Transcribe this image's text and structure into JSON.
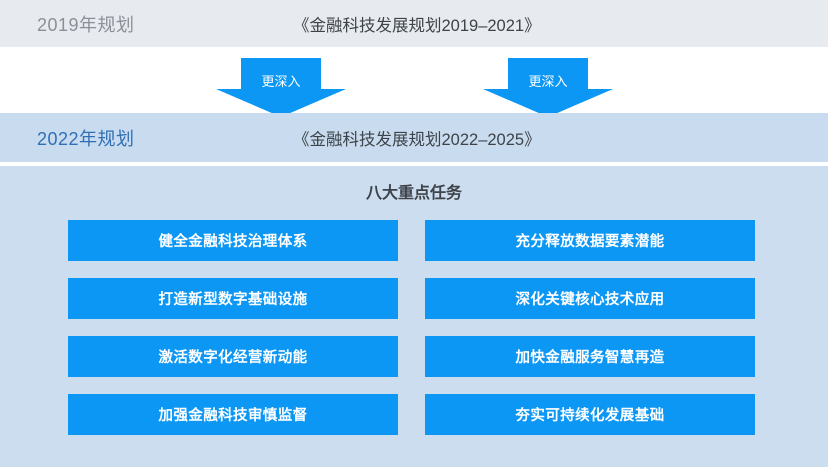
{
  "colors": {
    "band_2019_bg": "#e7ebef",
    "band_2022_bg": "#c9dcef",
    "panel_bg": "#cbddee",
    "task_box_bg": "#0d97f5",
    "arrow_fill": "#0d97f5",
    "label_2019_color": "#8b9098",
    "label_2022_color": "#2f6fb5",
    "title_color": "#3d4349",
    "task_text_color": "#ffffff"
  },
  "rows": {
    "plan_2019": {
      "label": "2019年规划",
      "document_title": "《金融科技发展规划2019–2021》"
    },
    "plan_2022": {
      "label": "2022年规划",
      "document_title": "《金融科技发展规划2022–2025》"
    }
  },
  "arrows": [
    {
      "label": "更深入",
      "direction": "down"
    },
    {
      "label": "更深入",
      "direction": "down"
    }
  ],
  "panel": {
    "heading": "八大重点任务",
    "tasks": [
      "健全金融科技治理体系",
      "打造新型数字基础设施",
      "激活数字化经营新动能",
      "加强金融科技审慎监督",
      "充分释放数据要素潜能",
      "深化关键核心技术应用",
      "加快金融服务智慧再造",
      "夯实可持续化发展基础"
    ]
  }
}
